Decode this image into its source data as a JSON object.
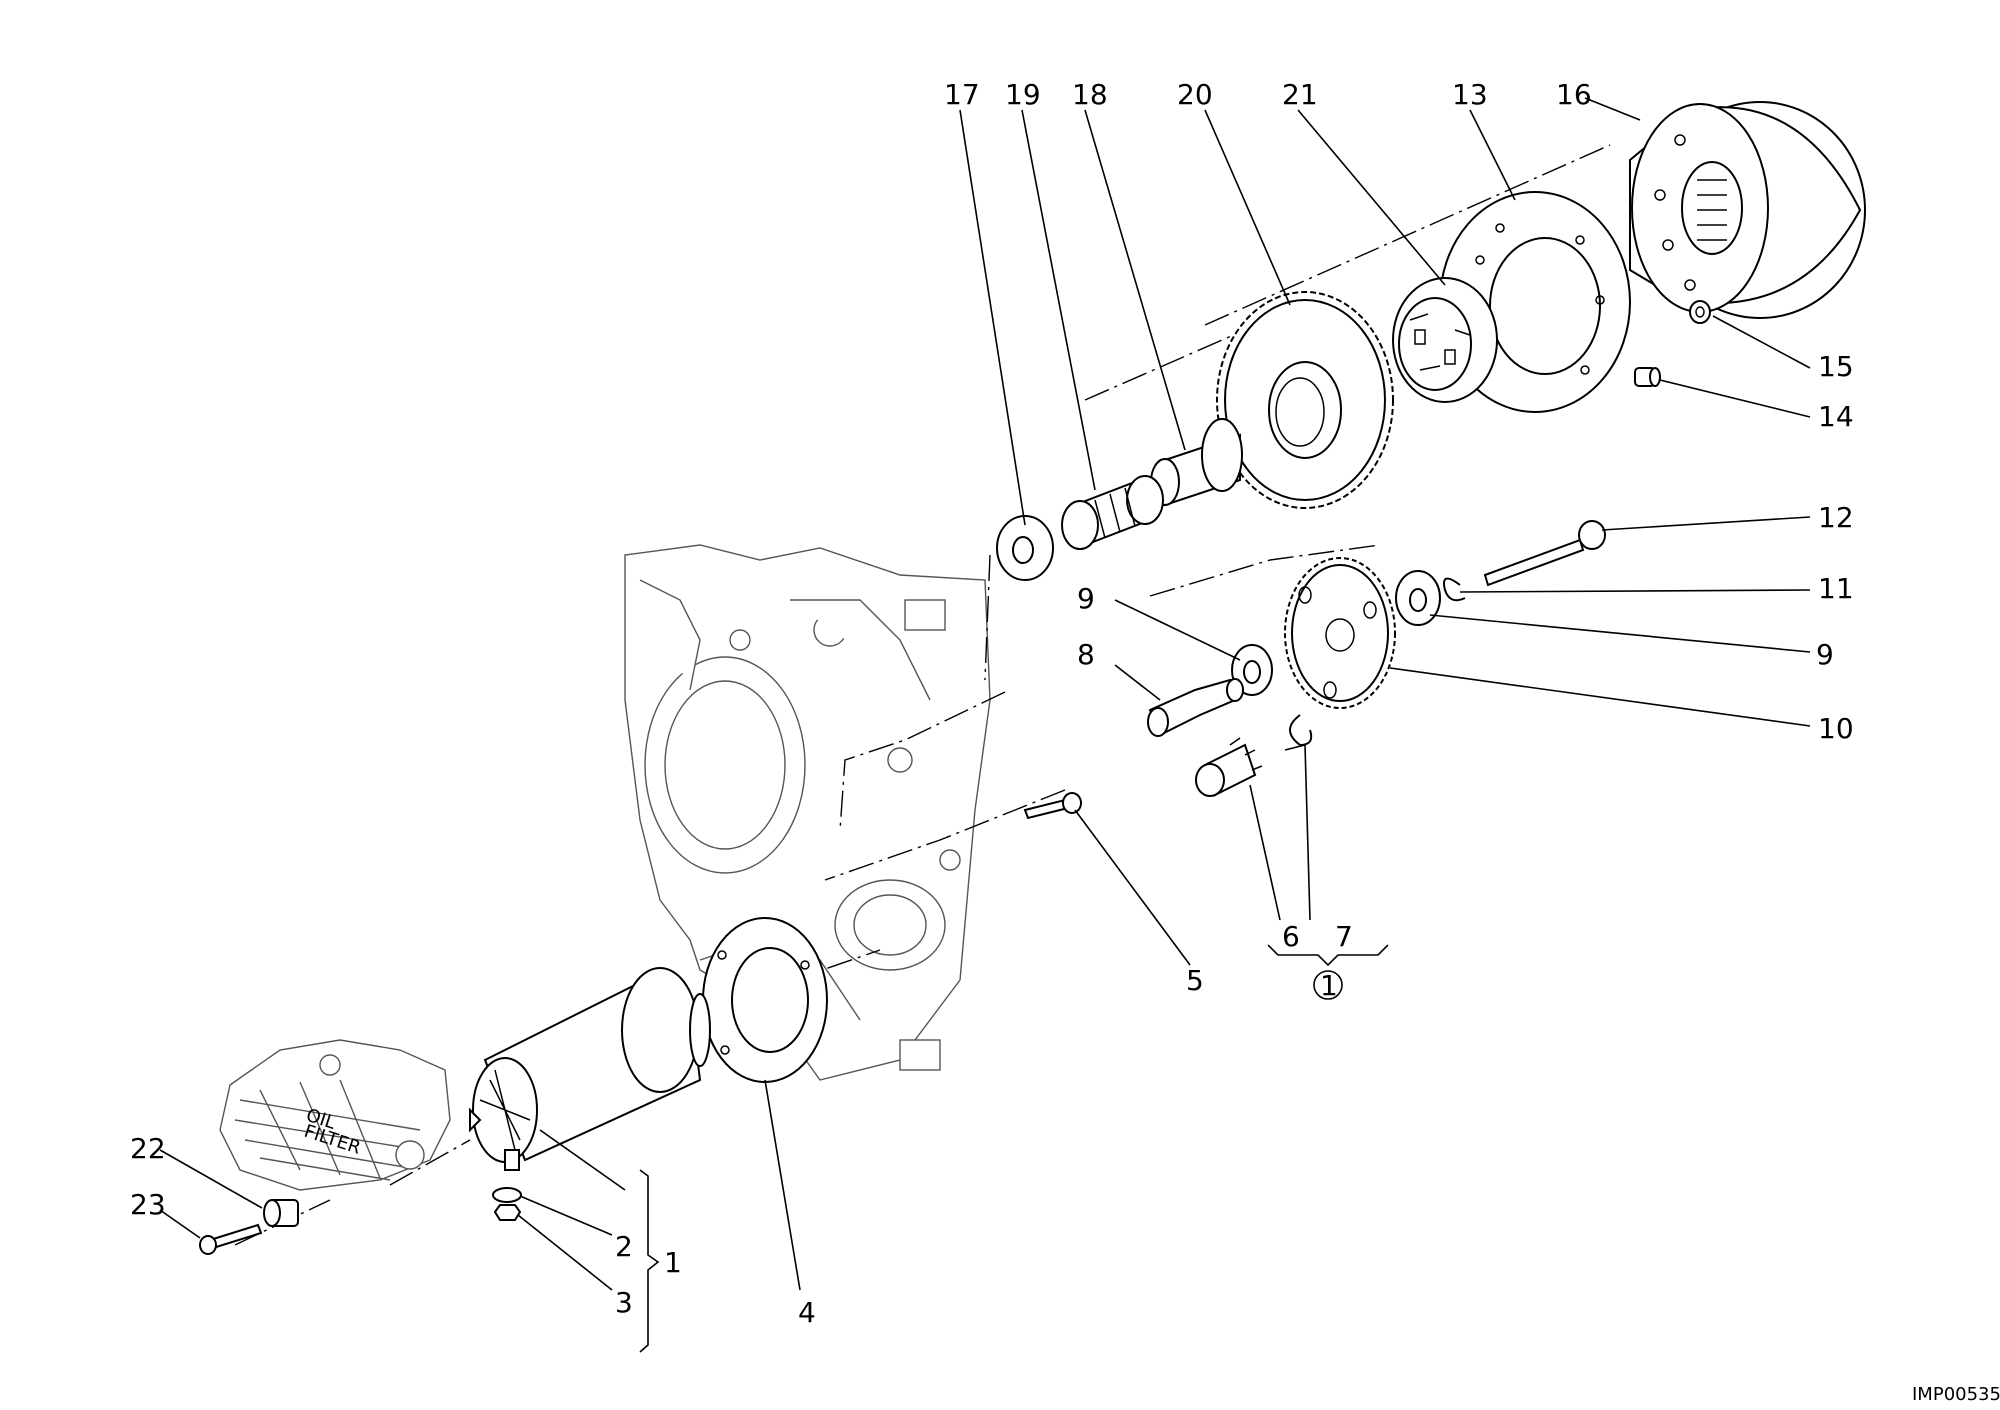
{
  "callouts": {
    "c17": "17",
    "c19": "19",
    "c18": "18",
    "c20": "20",
    "c21": "21",
    "c13": "13",
    "c16": "16",
    "c15": "15",
    "c14": "14",
    "c12": "12",
    "c11": "11",
    "c9a": "9",
    "c9b": "9",
    "c10": "10",
    "c8": "8",
    "c6": "6",
    "c7": "7",
    "c5": "5",
    "c4": "4",
    "c22": "22",
    "c23": "23",
    "c2": "2",
    "c3": "3",
    "c1": "1"
  },
  "group_marker": "1",
  "housing_text": {
    "line1": "OIL",
    "line2": "FILTER"
  },
  "image_code": "IMP00535"
}
